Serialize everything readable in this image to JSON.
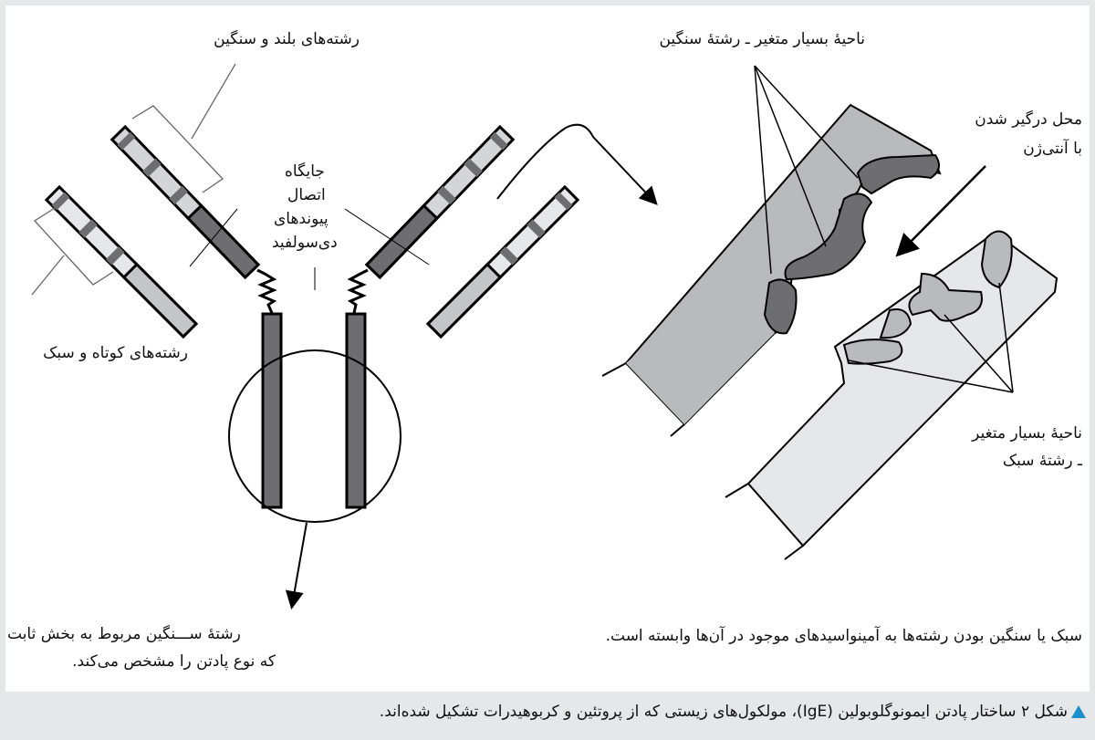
{
  "labels": {
    "heavy_chains": "رشته‌های بلند و سنگین",
    "light_chains": "رشته‌های کوتاه و سبک",
    "disulfide_l1": "جایگاه",
    "disulfide_l2": "اتصال",
    "disulfide_l3": "پیوندهای",
    "disulfide_l4": "دی‌سولفید",
    "heavy_variable": "ناحیهٔ بسیار متغیر ـ رشتهٔ سنگین",
    "antigen_site_l1": "محل درگیر شدن",
    "antigen_site_l2": "با آنتی‌ژن",
    "light_variable_l1": "ناحیهٔ بسیار متغیر",
    "light_variable_l2": "ـ رشتهٔ سبک",
    "constant_l1": "رشتهٔ ســـنگین مربوط به بخش ثابت",
    "constant_l2": "که نوع پادتن را مشخص می‌کند.",
    "note": "سبک یا سنگین بودن رشته‌ها به  آمینواسیدهای موجود در آن‌ها وابسته است."
  },
  "caption": "شکل ۲ ساختار پادتن ایمونوگلوبولین (IgE)، مولکول‌های زیستی که از پروتئین و کربوهیدرات تشکیل شده‌اند.",
  "colors": {
    "dark": "#6e6e70",
    "mid": "#b9babc",
    "light": "#d9dadb",
    "pale": "#e8e9ea",
    "accent": "#1b8fc9"
  }
}
